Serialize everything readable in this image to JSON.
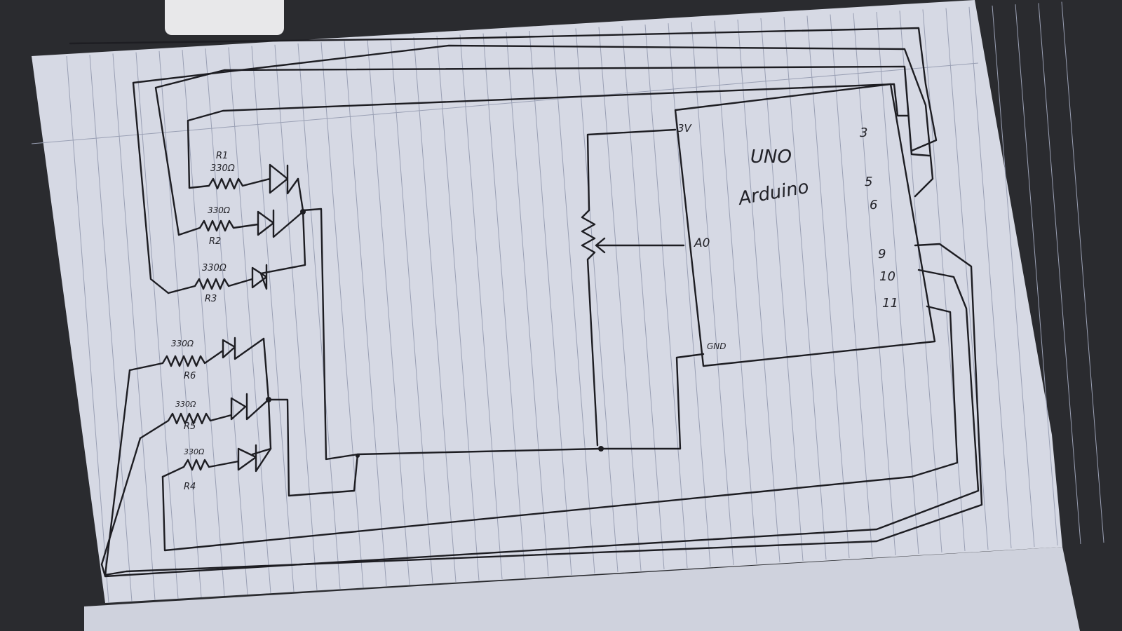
{
  "board": {
    "line1": "UNO",
    "line2": "Arduino"
  },
  "board_pins_left": {
    "v3": "3V",
    "a0": "A0",
    "gnd": "GND"
  },
  "board_pins_right": [
    "3",
    "5",
    "6",
    "9",
    "10",
    "11"
  ],
  "resistors": [
    {
      "name": "R1",
      "value": "330Ω"
    },
    {
      "name": "R2",
      "value": "330Ω"
    },
    {
      "name": "R3",
      "value": "330Ω"
    },
    {
      "name": "R4",
      "value": "330Ω"
    },
    {
      "name": "R5",
      "value": "330Ω"
    },
    {
      "name": "R6",
      "value": "330Ω"
    }
  ],
  "colors": {
    "paper": "#d9dce6",
    "ink": "#1d1d22",
    "rule": "#9aa0b4",
    "background": "#2a2b2f"
  }
}
